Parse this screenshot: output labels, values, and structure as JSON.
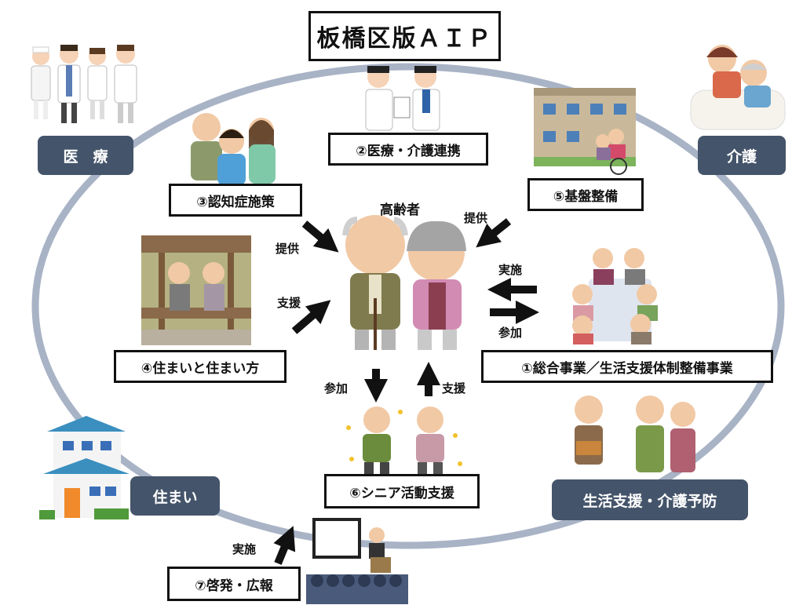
{
  "title": "板橋区版ＡＩＰ",
  "center_label": "高齢者",
  "domains": {
    "medical": "医　療",
    "care": "介護",
    "housing": "住まい",
    "support": "生活支援・介護予防"
  },
  "measures": {
    "m1": "①総合事業／生活支援体制整備事業",
    "m2": "②医療・介護連携",
    "m3": "③認知症施策",
    "m4": "④住まいと住まい方",
    "m5": "⑤基盤整備",
    "m6": "⑥シニア活動支援",
    "m7": "⑦啓発・広報"
  },
  "arrow_labels": {
    "provide_left": "提供",
    "provide_right": "提供",
    "support_left": "支援",
    "implement_right": "実施",
    "participate_right": "参加",
    "participate_down": "参加",
    "support_up": "支援",
    "implement_bottom": "実施"
  },
  "colors": {
    "ellipse": "#aab4c8",
    "pill": "#44546a"
  }
}
